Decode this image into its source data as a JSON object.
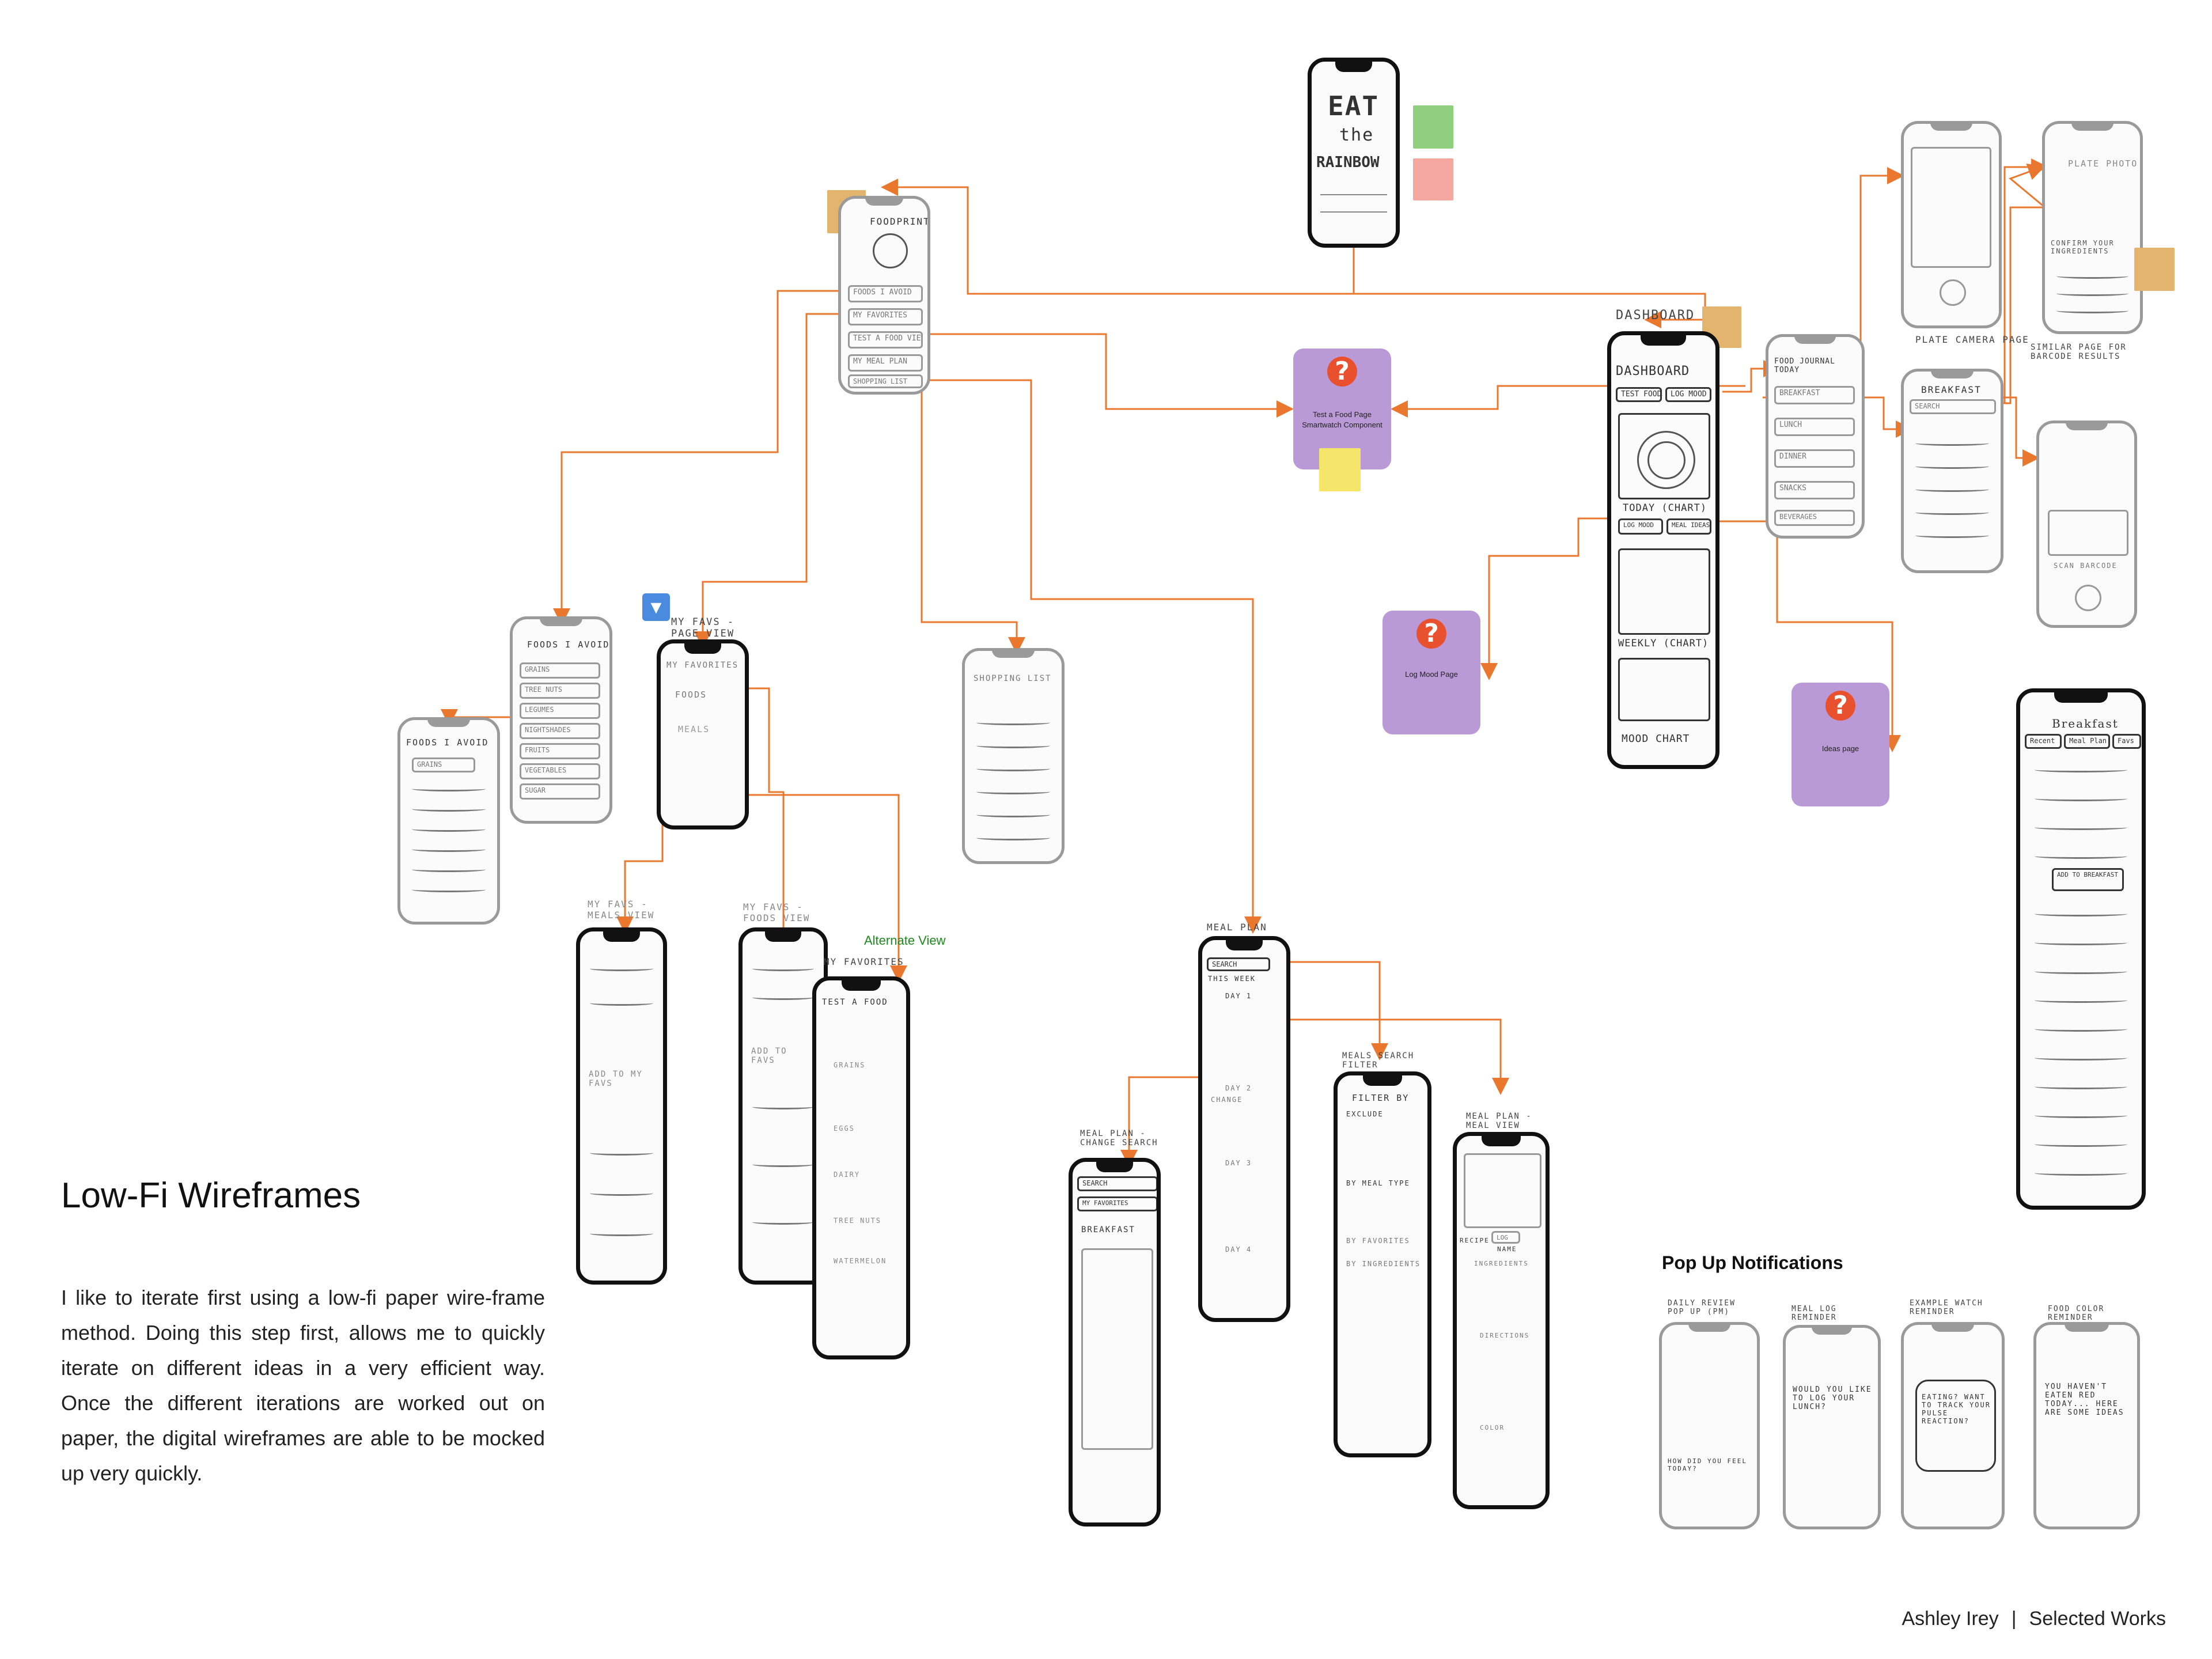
{
  "title": "Low-Fi Wireframes",
  "description": "I like to iterate first using a low-fi paper wire-frame method. Doing this step first, allows me to quickly iterate on different ideas in a very efficient way. Once the different iterations are worked out on paper, the digital wireframes are able to be mocked up very quickly.",
  "popups_title": "Pop Up Notifications",
  "alternate_view": "Alternate View",
  "footer": {
    "author": "Ashley Irey",
    "separator": "|",
    "section": "Selected Works"
  },
  "splash": {
    "line1": "EAT",
    "line2": "the",
    "line3": "RAINBOW"
  },
  "profile": {
    "title": "FOODPRINT",
    "items": [
      "FOODS I AVOID",
      "MY FAVORITES",
      "TEST A FOOD VIEW",
      "MY MEAL PLAN",
      "SHOPPING LIST"
    ]
  },
  "dashboard": {
    "label": "DASHBOARD",
    "header": "DASHBOARD",
    "tabs": [
      "TEST FOOD",
      "LOG MOOD"
    ],
    "today": "TODAY (CHART)",
    "actions": [
      "LOG MOOD",
      "MEAL IDEAS"
    ],
    "weekly": "WEEKLY (CHART)",
    "mood": "MOOD CHART"
  },
  "food_journal": {
    "title": "FOOD JOURNAL TODAY",
    "rows": [
      "BREAKFAST",
      "LUNCH",
      "DINNER",
      "SNACKS",
      "BEVERAGES"
    ]
  },
  "camera": {
    "label": "PLATE CAMERA PAGE"
  },
  "confirm": {
    "line1": "PLATE PHOTO",
    "line2": "CONFIRM YOUR INGREDIENTS",
    "note": "SIMILAR PAGE FOR BARCODE RESULTS"
  },
  "breakfast_search": {
    "title": "BREAKFAST",
    "search": "SEARCH"
  },
  "barcode": {
    "label": "SCAN BARCODE"
  },
  "breakfast_big": {
    "title": "Breakfast",
    "tabs": [
      "Recent",
      "Meal Plan",
      "Favs"
    ],
    "add": "ADD TO BREAKFAST"
  },
  "foods_avoid": {
    "title": "FOODS I AVOID",
    "items": [
      "GRAINS",
      "TREE NUTS",
      "LEGUMES",
      "NIGHTSHADES",
      "FRUITS",
      "VEGETABLES",
      "SUGAR"
    ]
  },
  "foods_avoid2": {
    "title": "FOODS I AVOID",
    "items": [
      "GRAINS"
    ]
  },
  "my_favs": {
    "label": "MY FAVS - PAGE VIEW",
    "items": [
      "MY FAVORITES",
      "FOODS",
      "MEALS"
    ]
  },
  "shopping": {
    "title": "SHOPPING LIST"
  },
  "favs_meals": {
    "label": "MY FAVS - MEALS VIEW",
    "text": "ADD TO MY FAVS"
  },
  "favs_foods": {
    "label": "MY FAVS - FOODS VIEW",
    "text": "ADD TO FAVS"
  },
  "favs_alt": {
    "label": "MY FAVORITES",
    "sub": "TEST A FOOD",
    "rows": [
      "GRAINS",
      "EGGS",
      "DAIRY",
      "TREE NUTS",
      "WATERMELON"
    ]
  },
  "meal_plan": {
    "label": "MEAL PLAN",
    "search": "SEARCH",
    "week": "THIS WEEK",
    "days": [
      "DAY 1",
      "DAY 2",
      "DAY 3",
      "DAY 4"
    ],
    "change": "CHANGE"
  },
  "meal_change": {
    "label": "MEAL PLAN - CHANGE SEARCH",
    "search": "SEARCH",
    "favs": "MY FAVORITES",
    "section": "BREAKFAST"
  },
  "meals_filter": {
    "label": "MEALS SEARCH FILTER",
    "filter": "FILTER BY",
    "rows": [
      "EXCLUDE",
      "BY MEAL TYPE",
      "BY FAVORITES",
      "BY INGREDIENTS"
    ]
  },
  "meal_view": {
    "label": "MEAL PLAN - MEAL VIEW",
    "recipe": "RECIPE",
    "log": "LOG",
    "name": "NAME",
    "ingredients": "INGREDIENTS",
    "directions": "DIRECTIONS",
    "color": "COLOR"
  },
  "purple_cards": [
    {
      "name": "test-food-page",
      "text": "Test a Food Page Smartwatch Component"
    },
    {
      "name": "log-mood-page",
      "text": "Log Mood Page"
    },
    {
      "name": "ideas-page",
      "text": "Ideas page"
    }
  ],
  "notifications": [
    {
      "label": "DAILY REVIEW POP UP (PM)",
      "text": "HOW DID YOU FEEL TODAY?"
    },
    {
      "label": "MEAL LOG REMINDER",
      "text": "WOULD YOU LIKE TO LOG YOUR LUNCH?"
    },
    {
      "label": "EXAMPLE WATCH REMINDER",
      "text": "EATING? WANT TO TRACK YOUR PULSE REACTION?"
    },
    {
      "label": "FOOD COLOR REMINDER",
      "text": "YOU HAVEN'T EATEN RED TODAY... HERE ARE SOME IDEAS"
    }
  ],
  "colors": {
    "accent": "#e9782e",
    "purple": "#b99ad6",
    "sticky_tan": "#e2b46e",
    "sticky_green": "#8fcf7e",
    "sticky_pink": "#f4a79e",
    "sticky_yellow": "#f6e56b"
  }
}
